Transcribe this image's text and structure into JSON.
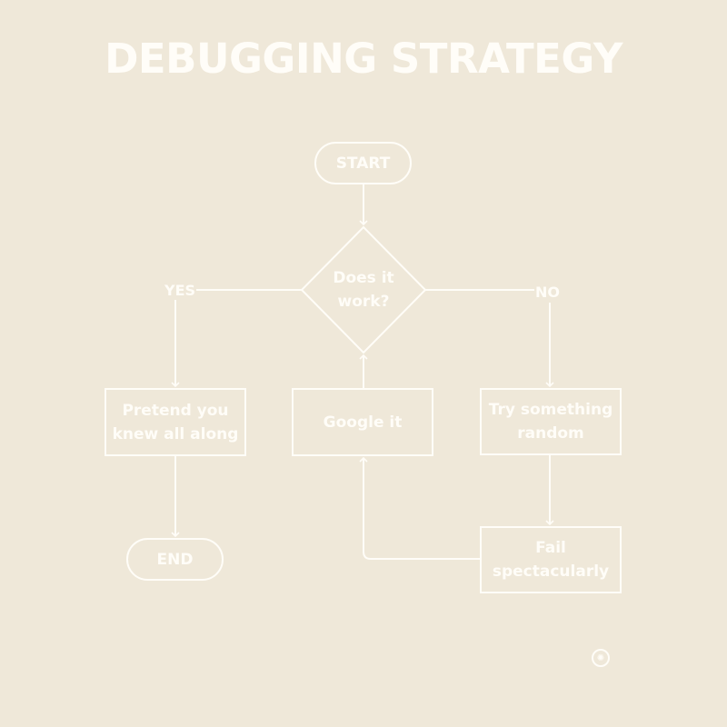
{
  "title": "DEBUGGING STRATEGY",
  "colors": {
    "background": "#efe8d9",
    "foreground": "#fffdf8"
  },
  "nodes": {
    "start": {
      "label": "START",
      "shape": "terminal"
    },
    "decision": {
      "label": "Does it work?",
      "line1": "Does it",
      "line2": "work?",
      "shape": "diamond"
    },
    "pretend": {
      "label": "Pretend you knew all along",
      "line1": "Pretend you",
      "line2": "knew all along",
      "shape": "process"
    },
    "google": {
      "label": "Google it",
      "shape": "process"
    },
    "random": {
      "label": "Try something random",
      "line1": "Try something",
      "line2": "random",
      "shape": "process"
    },
    "fail": {
      "label": "Fail spectacularly",
      "line1": "Fail",
      "line2": "spectacularly",
      "shape": "process"
    },
    "end": {
      "label": "END",
      "shape": "terminal"
    }
  },
  "edges": [
    {
      "from": "start",
      "to": "decision"
    },
    {
      "from": "decision",
      "to": "pretend",
      "label": "YES"
    },
    {
      "from": "decision",
      "to": "random",
      "label": "NO"
    },
    {
      "from": "pretend",
      "to": "end"
    },
    {
      "from": "random",
      "to": "fail"
    },
    {
      "from": "fail",
      "to": "google"
    },
    {
      "from": "google",
      "to": "decision"
    }
  ],
  "edge_labels": {
    "yes": "YES",
    "no": "NO"
  },
  "logo": {
    "icon": "bug-badge-icon",
    "glyph": "✺"
  }
}
